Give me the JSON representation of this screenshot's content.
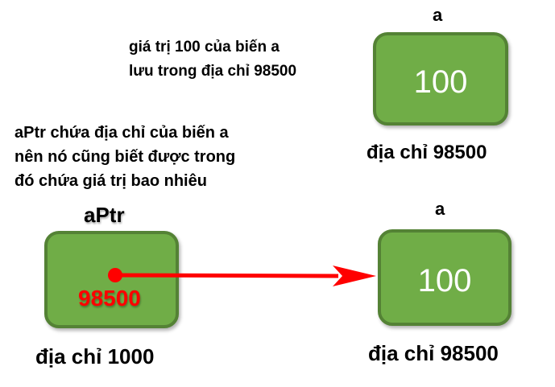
{
  "top": {
    "var_name": "a",
    "value": "100",
    "address": "địa chỉ 98500",
    "note_lines": [
      "giá trị 100 của biến a",
      "lưu trong địa chỉ 98500"
    ]
  },
  "pointer_note_lines": [
    "aPtr chứa địa chỉ của biến a",
    "nên nó cũng biết được trong",
    "đó chứa giá trị bao nhiêu"
  ],
  "pointer": {
    "var_name": "aPtr",
    "value": "98500",
    "address": "địa chỉ 1000"
  },
  "target": {
    "var_name": "a",
    "value": "100",
    "address": "địa chỉ 98500"
  },
  "colors": {
    "box_fill": "#70ad47",
    "box_border": "#548235",
    "arrow": "#ff0000"
  }
}
